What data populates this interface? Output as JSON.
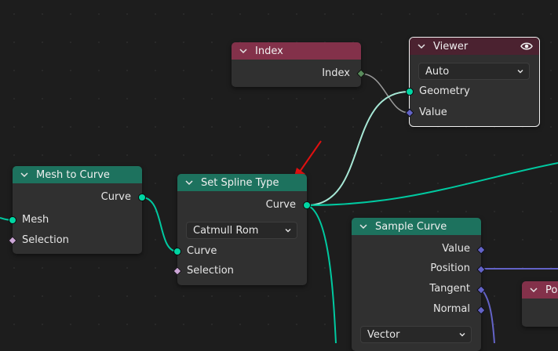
{
  "nodes": {
    "index": {
      "title": "Index",
      "output": "Index"
    },
    "viewer": {
      "title": "Viewer",
      "domain": "Auto",
      "inputs": [
        "Geometry",
        "Value"
      ]
    },
    "mesh_to_curve": {
      "title": "Mesh to Curve",
      "output": "Curve",
      "inputs": [
        "Mesh",
        "Selection"
      ]
    },
    "set_spline_type": {
      "title": "Set Spline Type",
      "output": "Curve",
      "spline_type": "Catmull Rom",
      "inputs": [
        "Curve",
        "Selection"
      ]
    },
    "sample_curve": {
      "title": "Sample Curve",
      "outputs": [
        "Value",
        "Position",
        "Tangent",
        "Normal"
      ],
      "data_type": "Vector"
    },
    "partial_node": {
      "title": "Po"
    }
  },
  "colors": {
    "geometry_socket": "#00d6a3",
    "field_socket": "#6363c7",
    "int_socket": "#598c5c",
    "bool_socket": "#cca6d6",
    "input_header": "#83314a",
    "geometry_header": "#1d725e",
    "annotation_arrow": "#e01010"
  },
  "icons": {
    "collapse": "chevron-down-icon",
    "visibility": "eye-icon",
    "annotation": "red-arrow-annotation"
  }
}
